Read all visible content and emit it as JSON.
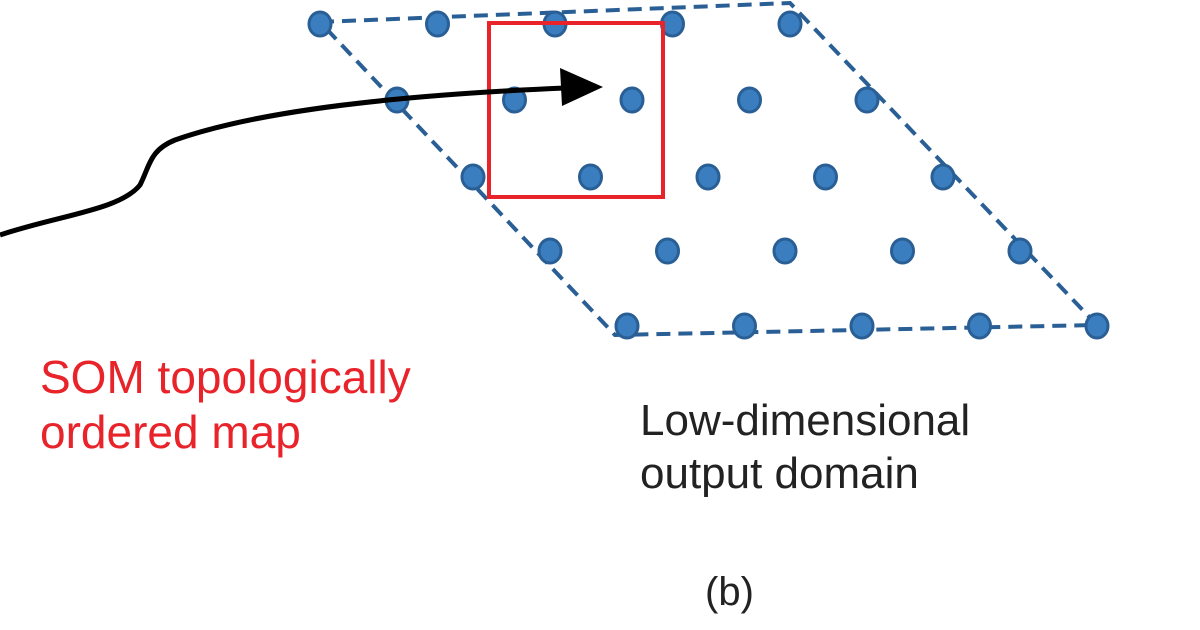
{
  "labels": {
    "som_line1": "SOM topologically",
    "som_line2": "ordered map",
    "output_line1": "Low-dimensional",
    "output_line2": "output domain",
    "panel": "(b)"
  },
  "grid": {
    "rows": 5,
    "cols": 5
  },
  "colors": {
    "node": "#3a7ebf",
    "node_stroke": "#2a5f95",
    "box": "#e8232a",
    "arrow": "#000000",
    "text_red": "#e8232a",
    "text": "#222222"
  }
}
